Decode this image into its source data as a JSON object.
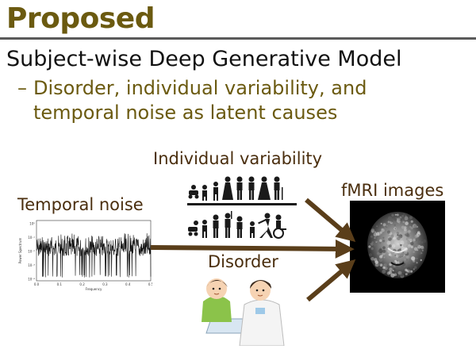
{
  "slide": {
    "title": "Proposed",
    "heading": "Subject-wise Deep Generative Model",
    "bullet_dash": "–",
    "bullet": "Disorder, individual variability, and temporal noise as latent causes"
  },
  "diagram": {
    "individual_label": "Individual variability",
    "noise_label": "Temporal noise",
    "disorder_label": "Disorder",
    "output_label": "fMRI images"
  },
  "noise_plot": {
    "ylabel": "Power Spectrum",
    "xlabel": "Frequency",
    "xticks": [
      "0.0",
      "0.1",
      "0.2",
      "0.3",
      "0.4",
      "0.5"
    ],
    "yticks": [
      "10⁰",
      "10⁻¹",
      "10⁻²",
      "10⁻³",
      "10⁻⁴"
    ]
  },
  "colors": {
    "title": "#6b5a10",
    "bullet": "#6b5a10",
    "label": "#4a2e0e",
    "arrow": "#5a3e1a"
  }
}
